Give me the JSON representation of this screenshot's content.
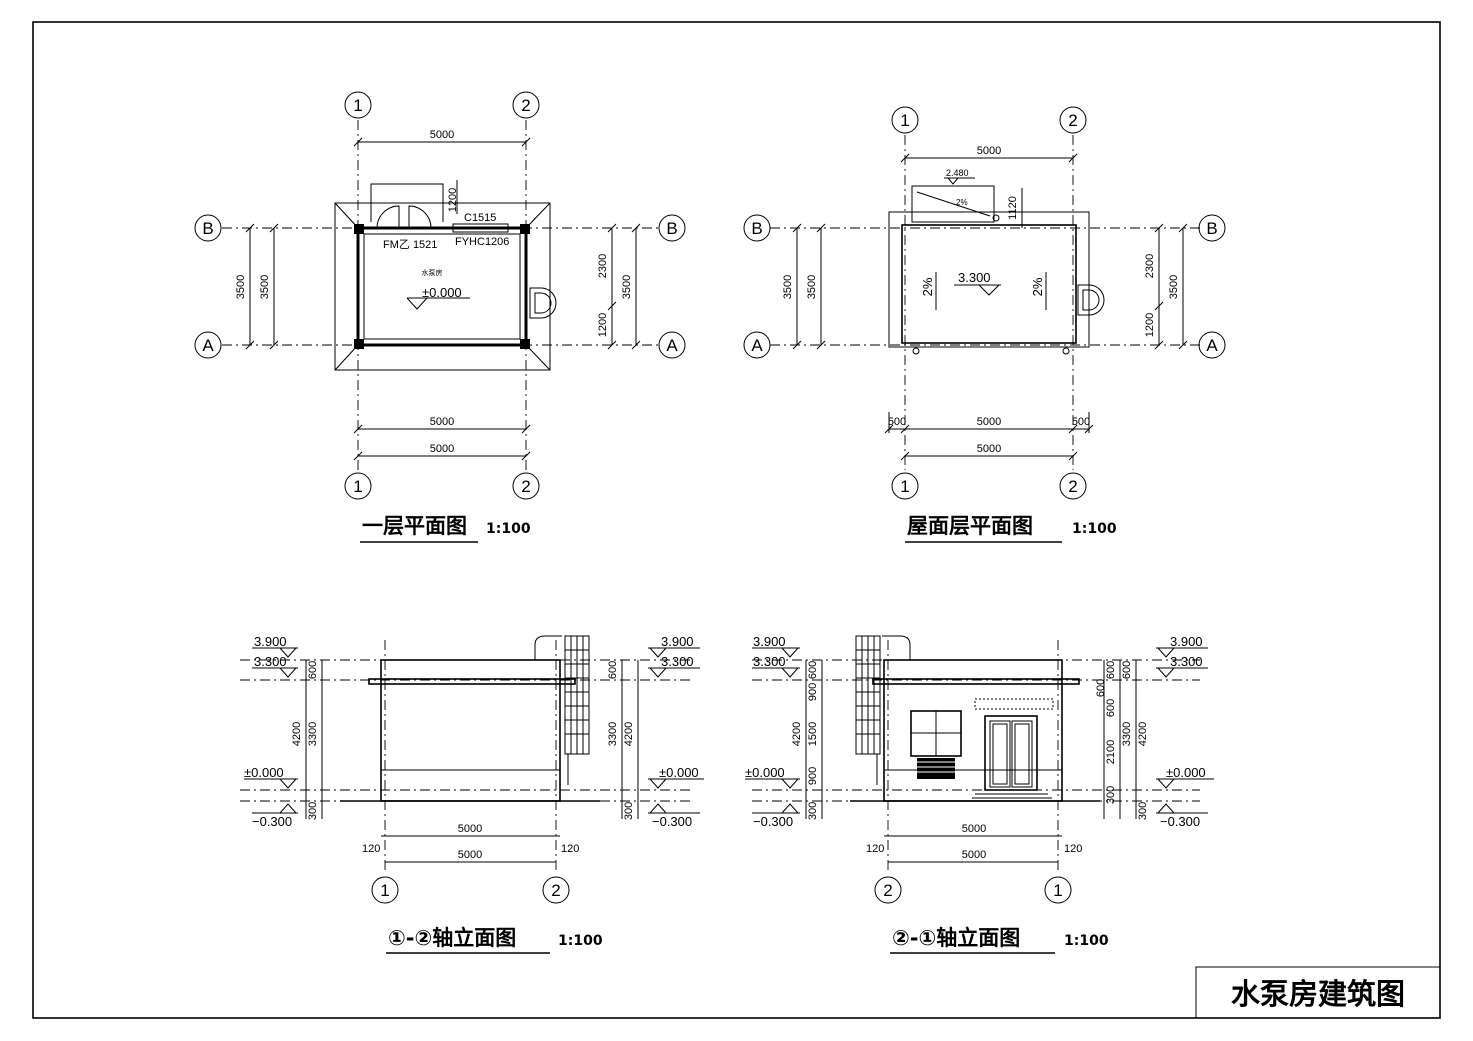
{
  "sheet_title": "水泵房建筑图",
  "views": {
    "first_floor": {
      "title": "一层平面图",
      "scale": "1:100"
    },
    "roof": {
      "title": "屋面层平面图",
      "scale": "1:100"
    },
    "elev_1_2": {
      "title": "①-②轴立面图",
      "scale": "1:100"
    },
    "elev_2_1": {
      "title": "②-①轴立面图",
      "scale": "1:100"
    }
  },
  "axes": {
    "one": "1",
    "two": "2",
    "a": "A",
    "b": "B"
  },
  "dims": {
    "d5000": "5000",
    "d3500": "3500",
    "d2300": "2300",
    "d1200": "1200",
    "d500": "500",
    "d1120": "1120",
    "d600": "600",
    "d4200": "4200",
    "d3300": "3300",
    "d300": "300",
    "d120": "120",
    "d900": "900",
    "d1500": "1500",
    "d2100": "2100"
  },
  "plan_labels": {
    "c1515": "C1515",
    "fm": "FM乙 1521",
    "fyhc": "FYHC1206",
    "room": "水泵房",
    "level": "±0.000"
  },
  "roof_labels": {
    "level_top": "2.480",
    "slope": "2%",
    "level": "3.300"
  },
  "levels": {
    "l3900": "3.900",
    "l3300": "3.300",
    "l0": "±0.000",
    "lm300": "−0.300"
  }
}
